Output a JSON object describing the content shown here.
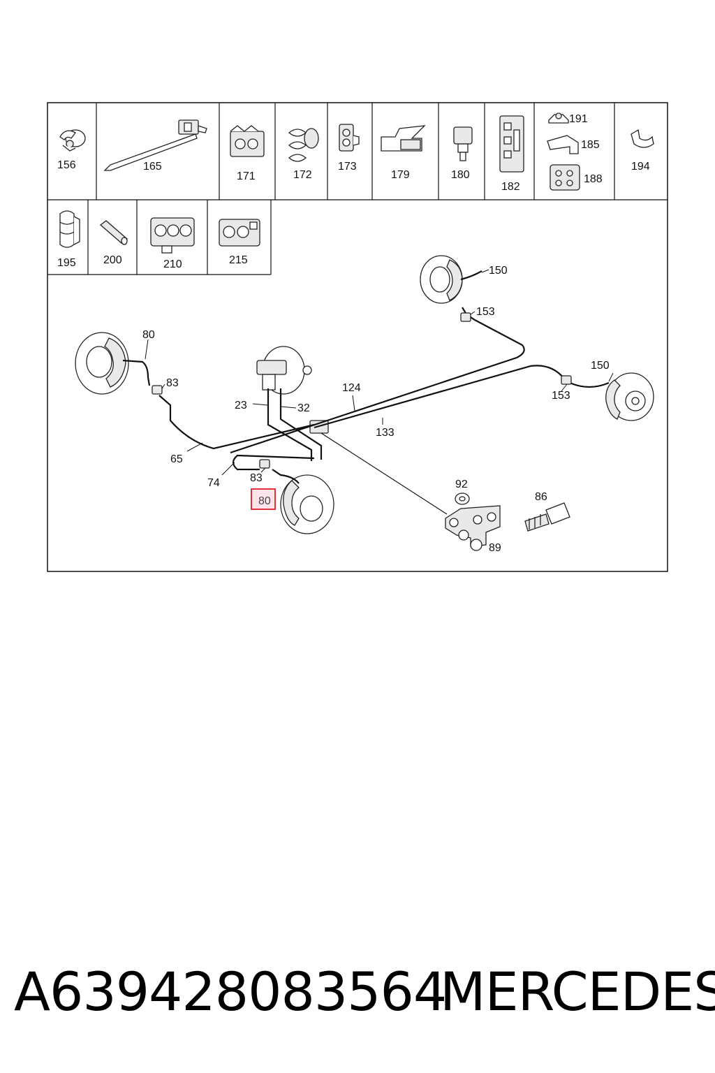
{
  "parts_legend": [
    {
      "id": "156",
      "label": "156"
    },
    {
      "id": "165",
      "label": "165"
    },
    {
      "id": "171",
      "label": "171"
    },
    {
      "id": "172",
      "label": "172"
    },
    {
      "id": "173",
      "label": "173"
    },
    {
      "id": "179",
      "label": "179"
    },
    {
      "id": "180",
      "label": "180"
    },
    {
      "id": "182",
      "label": "182"
    },
    {
      "id": "191",
      "label": "191"
    },
    {
      "id": "185",
      "label": "185"
    },
    {
      "id": "188",
      "label": "188"
    },
    {
      "id": "194",
      "label": "194"
    },
    {
      "id": "195",
      "label": "195"
    },
    {
      "id": "200",
      "label": "200"
    },
    {
      "id": "210",
      "label": "210"
    },
    {
      "id": "215",
      "label": "215"
    }
  ],
  "callouts": {
    "c150_top": "150",
    "c153_top": "153",
    "c150_right": "150",
    "c153_right": "153",
    "c80_left": "80",
    "c83_left": "83",
    "c124": "124",
    "c23": "23",
    "c32": "32",
    "c133": "133",
    "c65": "65",
    "c74": "74",
    "c83_bottom": "83",
    "c80_highlight": "80",
    "c92": "92",
    "c86": "86",
    "c89": "89"
  },
  "highlight": {
    "part": "80",
    "color": "#e0323c",
    "fill": "#fde4ea"
  },
  "footer": {
    "part_number": "A639428083564",
    "brand": "MERCEDES"
  }
}
